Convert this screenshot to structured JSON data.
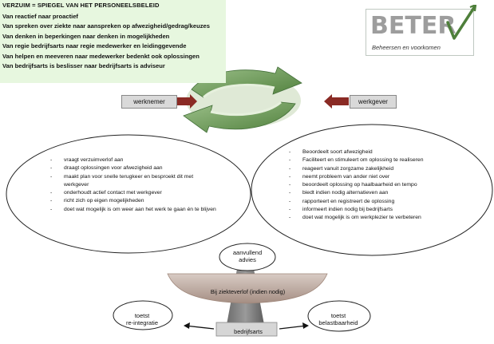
{
  "header": {
    "title": "VERZUIM =  SPIEGEL VAN HET PERSONEELSBELEID",
    "lines": [
      "Van reactief naar proactief",
      "Van spreken over ziekte naar aanspreken op afwezigheid/gedrag/keuzes",
      "Van denken in beperkingen naar denken in mogelijkheden",
      "Van regie bedrijfsarts naar regie medewerker en leidinggevende",
      "Van helpen en meeveren naar medewerker bedenkt ook oplossingen",
      "Van bedrijfsarts is beslisser naar bedrijfsarts is adviseur"
    ]
  },
  "logo": {
    "text": "BETER",
    "tagline": "Beheersen en voorkomen"
  },
  "werknemer": {
    "label": "werknemer",
    "items": [
      "vraagt verzuimverlof aan",
      "draagt oplossingen voor afwezigheid aan",
      "maakt plan voor snelle terugkeer en besproekt dit met werkgever",
      "onderhoudt actief contact met werkgever",
      "richt zich op eigen mogelijkheden",
      "doet wat mogelijk is om weer aan het werk te gaan én te blijven"
    ]
  },
  "werkgever": {
    "label": "werkgever",
    "items": [
      "Beoordeelt soort afwezigheid",
      "Faciliteert en stimuleert om oplossing te realiseren",
      "reageert vanuit zorgzame zakelijkheid",
      "neemt probleem van ander niet over",
      "beoordeelt oplossing op haalbaarheid en tempo",
      "biedt indien nodig alternatieven aan",
      "rapporteert en registreert de oplossing",
      "informeert indien nodig bij bedrijfsarts",
      "doet wat mogelijk is om werkplezier te verbeteren"
    ]
  },
  "advies": {
    "line1": "aanvullend",
    "line2": "advies"
  },
  "ziekteverlof": "Bij ziekteverlof (indien nodig)",
  "reintegratie": {
    "line1": "toetst",
    "line2": "re-integratie"
  },
  "belastbaarheid": {
    "line1": "toetst",
    "line2": "belastbaarheid"
  },
  "bedrijfsarts": "bedrijfsarts",
  "colors": {
    "header_bg": "#e7f7df",
    "cycle_green": "#6f9e57",
    "cycle_light": "#e6f0dd",
    "arrow_dark": "#8a2a24",
    "balance_beam": "#c3b1a8",
    "logo_text": "#9d9d9d",
    "tag_bg": "#d9d9d9"
  },
  "icons": [
    "cycle-arrows-icon",
    "logo-check-icon",
    "left-arrow-icon",
    "right-arrow-icon"
  ]
}
